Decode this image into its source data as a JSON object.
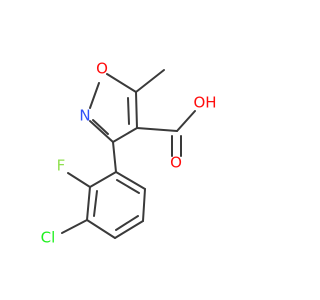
{
  "molecule": {
    "atoms": {
      "o_ring": {
        "label": "O",
        "color": "#ff0d0d"
      },
      "n_ring": {
        "label": "N",
        "color": "#3050f8"
      },
      "oh": {
        "label": "OH",
        "color": "#ff0d0d"
      },
      "o_carbonyl": {
        "label": "O",
        "color": "#ff0d0d"
      },
      "f": {
        "label": "F",
        "color": "#90e050"
      },
      "cl": {
        "label": "Cl",
        "color": "#1ff01f"
      }
    },
    "bond_color": "#3a3a3a"
  }
}
